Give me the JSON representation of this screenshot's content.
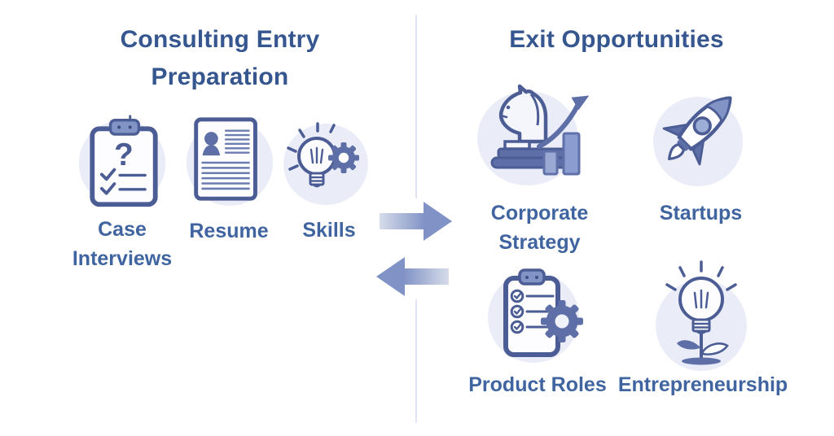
{
  "left_section": {
    "title": "Consulting Entry Preparation",
    "items": [
      {
        "label": "Case Interviews",
        "icon": "clipboard-question-icon"
      },
      {
        "label": "Resume",
        "icon": "resume-icon"
      },
      {
        "label": "Skills",
        "icon": "lightbulb-gear-icon"
      }
    ]
  },
  "right_section": {
    "title": "Exit Opportunities",
    "items": [
      {
        "label": "Corporate Strategy",
        "icon": "chess-knight-growth-icon"
      },
      {
        "label": "Startups",
        "icon": "rocket-icon"
      },
      {
        "label": "Product Roles",
        "icon": "checklist-gear-icon"
      },
      {
        "label": "Entrepreneurship",
        "icon": "lightbulb-plant-icon"
      }
    ]
  },
  "arrows": [
    {
      "icon": "arrow-right-icon",
      "direction": "left-to-right"
    },
    {
      "icon": "arrow-left-icon",
      "direction": "right-to-left"
    }
  ],
  "glyphs": {
    "question_mark": "?"
  },
  "colors": {
    "background": "#ffffff",
    "title_text": "#36568f",
    "label_text": "#3f64a0",
    "icon_stroke": "#4b5d94",
    "icon_dark_fill": "#5d6fa6",
    "icon_medium_fill": "#8294c5",
    "icon_blob_bg": "#eaecf8",
    "bar_light": "#9aa9d4",
    "bar_medium": "#8b9cd1",
    "arrow_solid": "#8092c6",
    "arrow_light": "#d0d8e8",
    "divider": "#dfe3f4"
  }
}
